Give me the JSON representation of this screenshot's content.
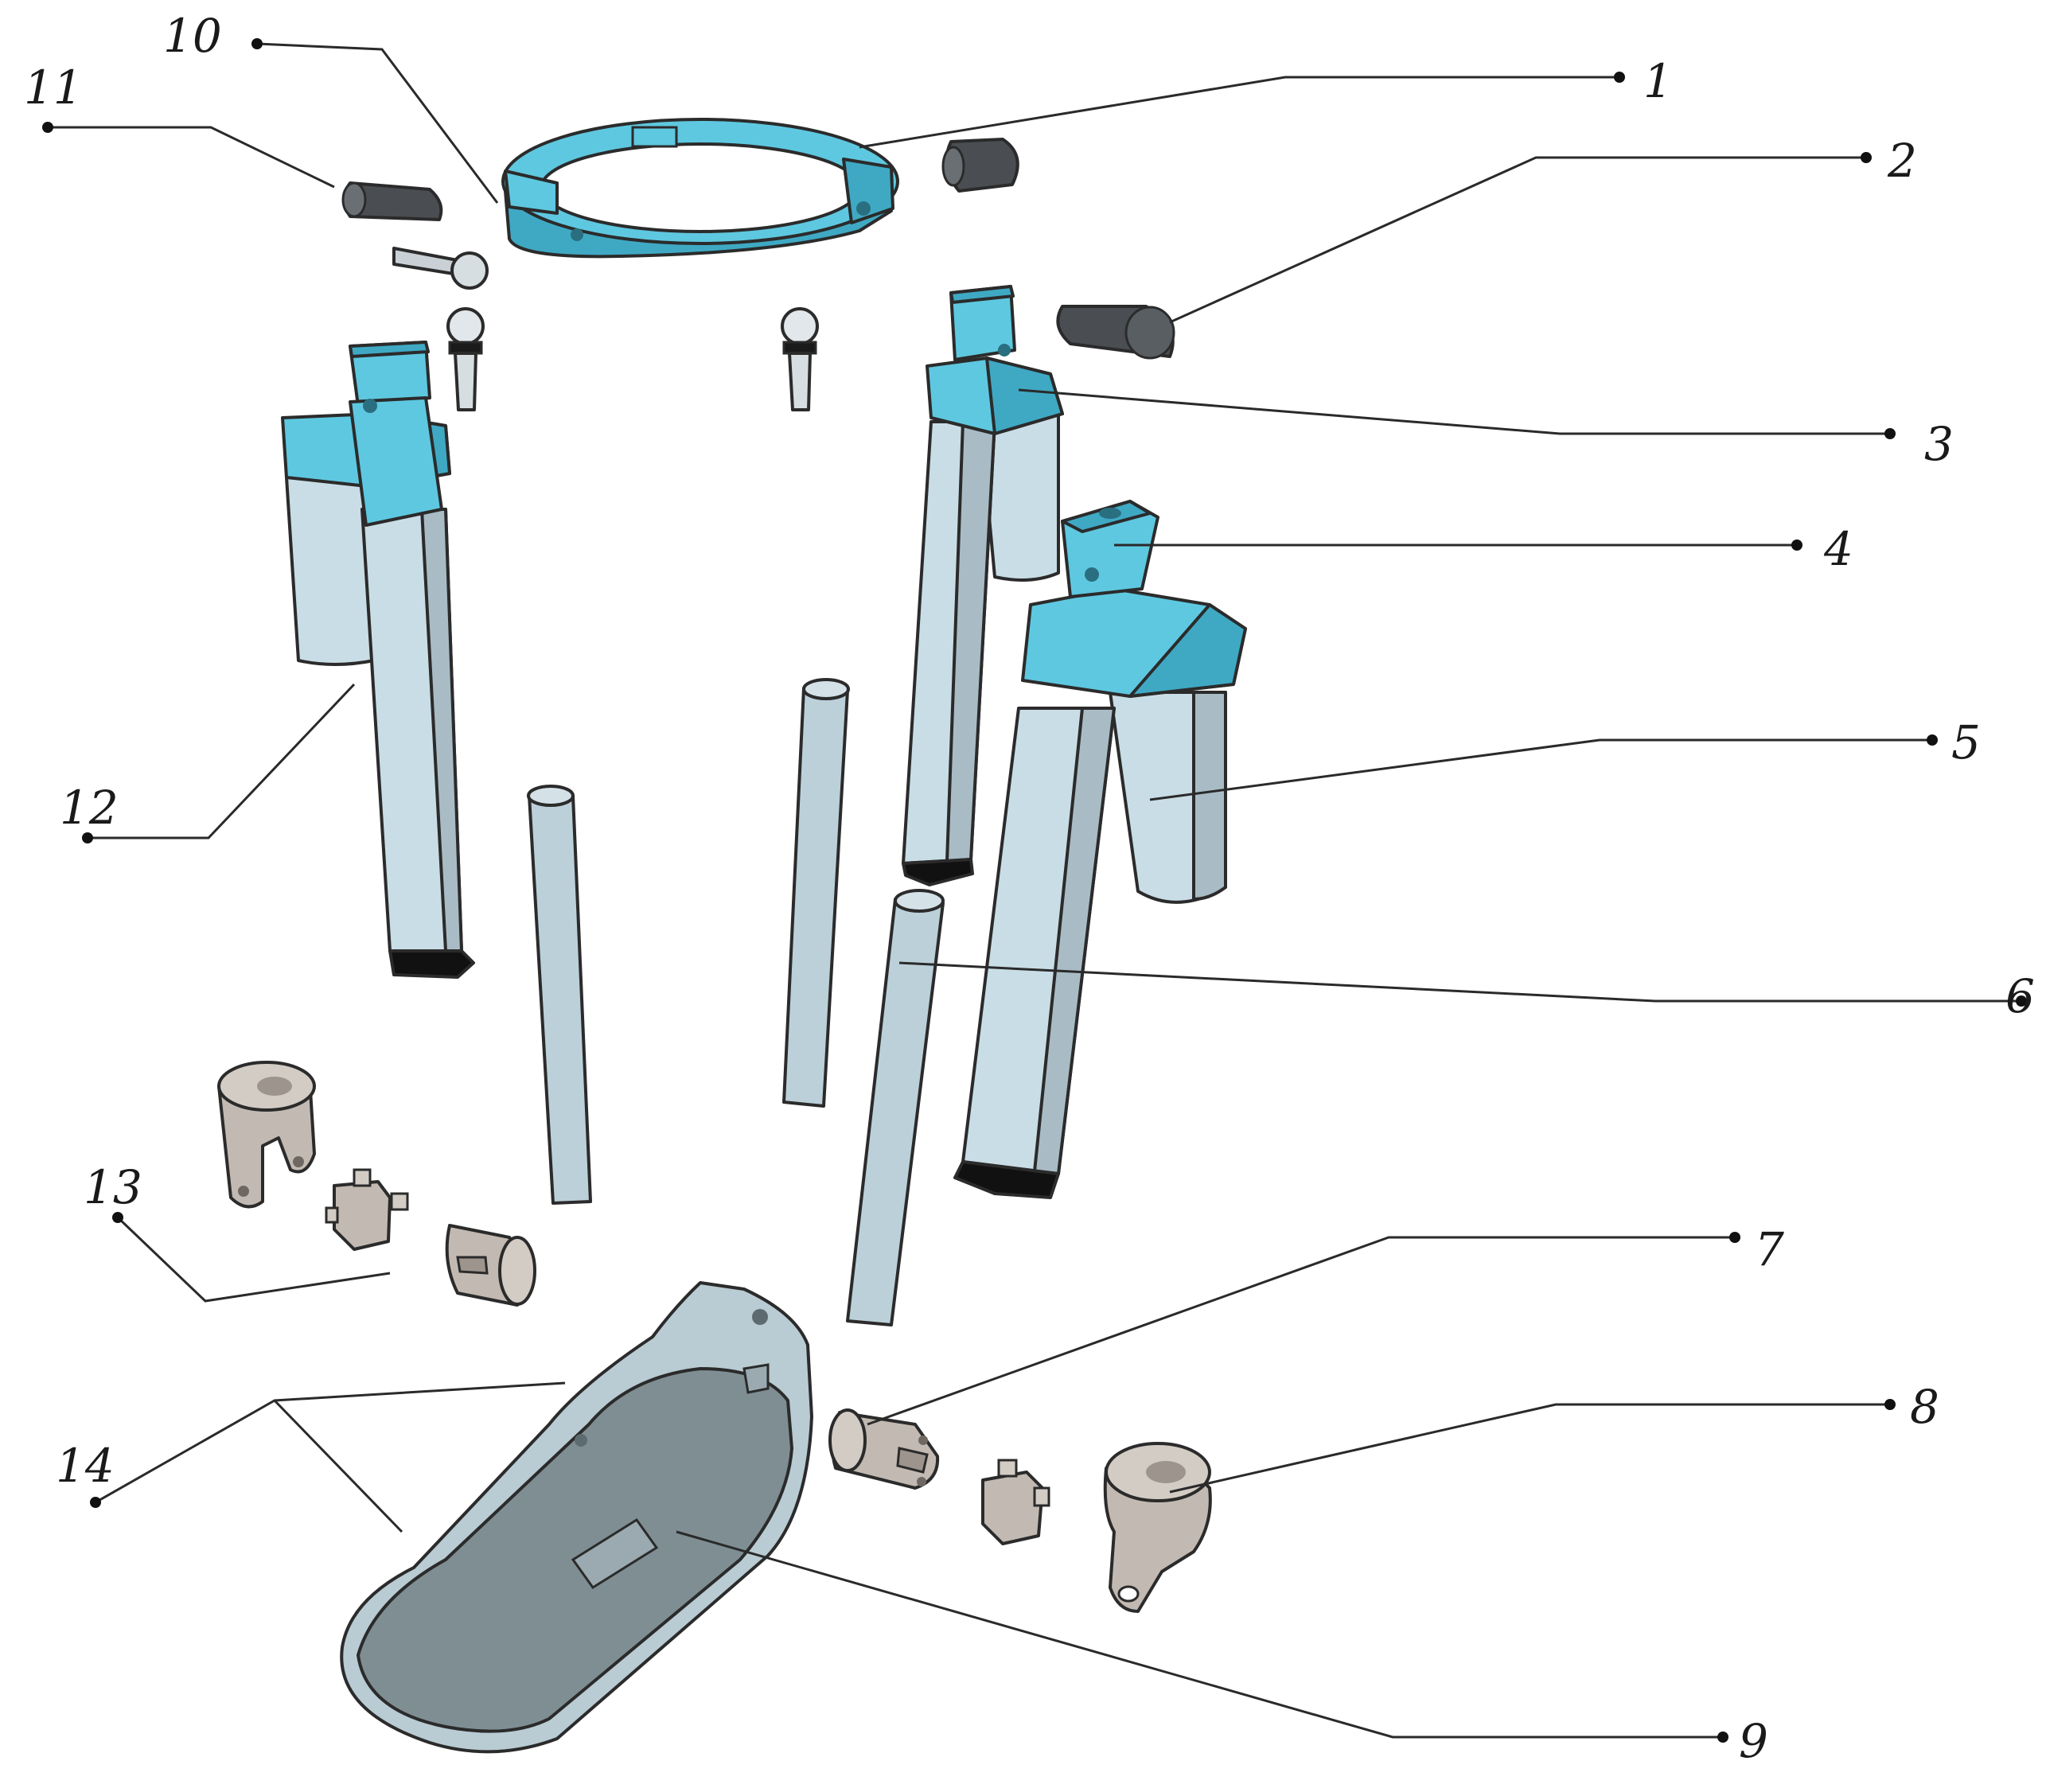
{
  "colors": {
    "accent_cyan": "#5ec8e0",
    "accent_cyan_dark": "#3fa9c4",
    "tube_light": "#c9dde6",
    "tube_shade": "#a9bcc6",
    "rod": "#bcd0da",
    "bracket": "#c2bab2",
    "bracket_shade": "#9c948d",
    "plug_dark": "#4a4e52",
    "base": "#b9cbd3",
    "base_inner": "#7f8e93",
    "cap_black": "#111111"
  },
  "callouts": [
    {
      "id": "1",
      "label": "1"
    },
    {
      "id": "2",
      "label": "2"
    },
    {
      "id": "3",
      "label": "3"
    },
    {
      "id": "4",
      "label": "4"
    },
    {
      "id": "5",
      "label": "5"
    },
    {
      "id": "6",
      "label": "6"
    },
    {
      "id": "7",
      "label": "7"
    },
    {
      "id": "8",
      "label": "8"
    },
    {
      "id": "9",
      "label": "9"
    },
    {
      "id": "10",
      "label": "10"
    },
    {
      "id": "11",
      "label": "11"
    },
    {
      "id": "12",
      "label": "12"
    },
    {
      "id": "13",
      "label": "13"
    },
    {
      "id": "14",
      "label": "14"
    }
  ]
}
